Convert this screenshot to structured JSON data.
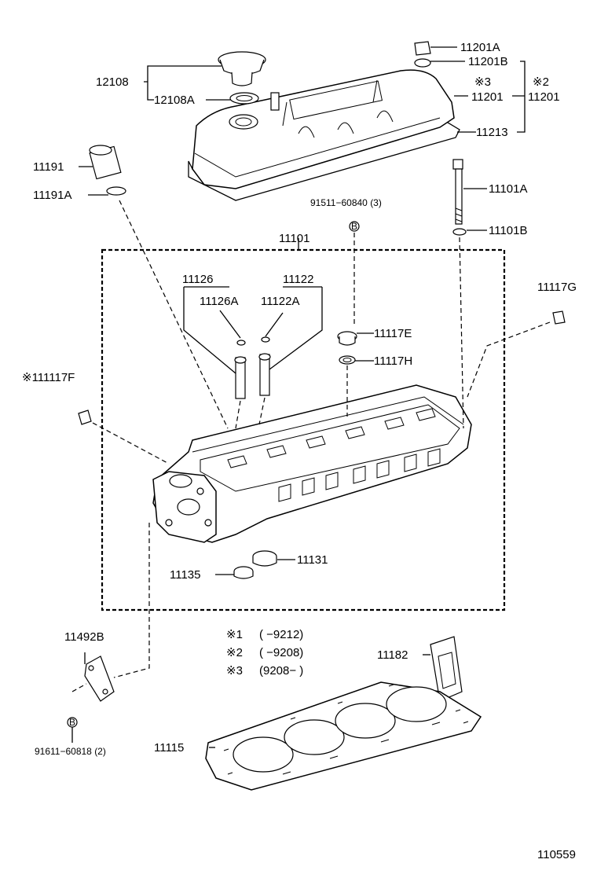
{
  "labels": {
    "p11201A": "11201A",
    "p11201B": "11201B",
    "p12108": "12108",
    "p12108A": "12108A",
    "note3_mark": "※3",
    "note2_mark": "※2",
    "p11201_left": "11201",
    "p11201_right": "11201",
    "p11213": "11213",
    "p11191": "11191",
    "p11191A": "11191A",
    "p11101A": "11101A",
    "bolt_91511": "91511−60840 (3)",
    "p11101B": "11101B",
    "p11101": "11101",
    "p11126": "11126",
    "p11122": "11122",
    "p11126A": "11126A",
    "p11122A": "11122A",
    "p11117G": "11117G",
    "p11117E": "11117E",
    "p11117H": "11117H",
    "p111117F": "※111117F",
    "p11131": "11131",
    "p11135": "11135",
    "p11492B": "11492B",
    "p11182": "11182",
    "p11115": "11115",
    "bolt_91611": "91611−60818 (2)",
    "bolt_mark_b1": "B",
    "bolt_mark_b2": "B",
    "note1_mark": "※1",
    "note1_range": "(        −9212)",
    "note2_mark_legend": "※2",
    "note2_range": "(        −9208)",
    "note3_mark_legend": "※3",
    "note3_range": "(9208−          )",
    "figure_id": "110559"
  }
}
